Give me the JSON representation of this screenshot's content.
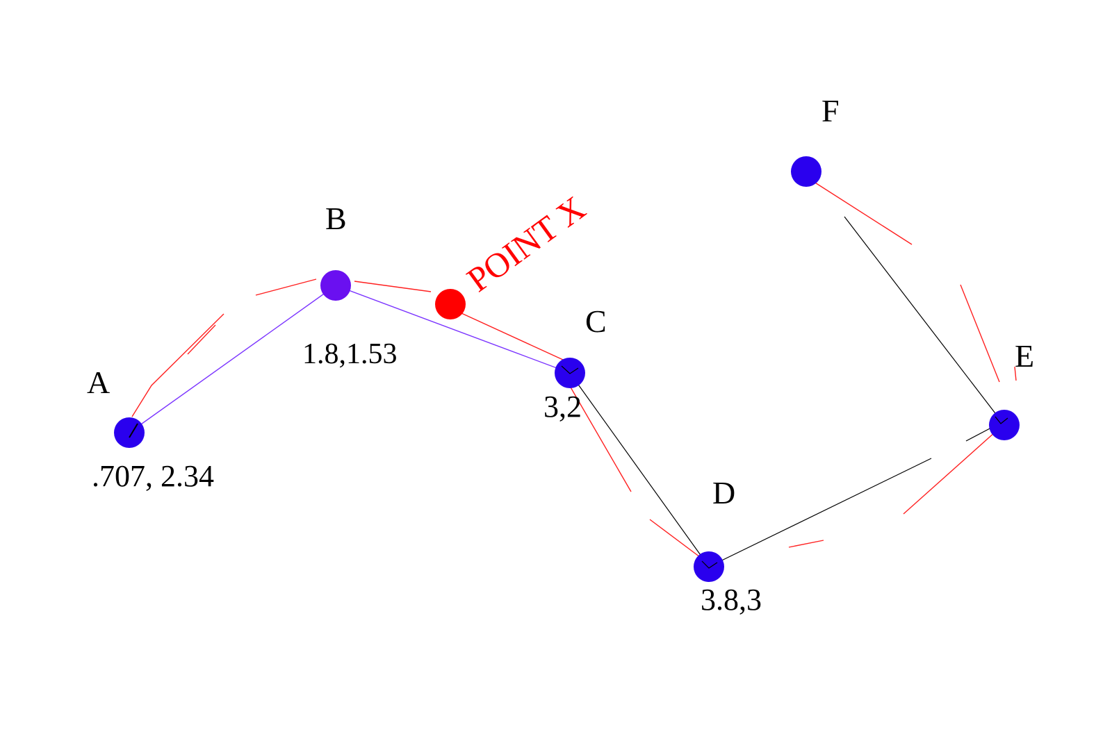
{
  "points": [
    {
      "id": "A",
      "label": "A",
      "coord_label": ".707, 2.34"
    },
    {
      "id": "B",
      "label": "B",
      "coord_label": "1.8,1.53"
    },
    {
      "id": "C",
      "label": "C",
      "coord_label": "3,2"
    },
    {
      "id": "D",
      "label": "D",
      "coord_label": "3.8,3"
    },
    {
      "id": "E",
      "label": "E",
      "coord_label": ""
    },
    {
      "id": "F",
      "label": "F",
      "coord_label": ""
    }
  ],
  "special_point": {
    "label": "POINT X"
  },
  "colors": {
    "node": "#2a00ee",
    "node_b": "#6a10f0",
    "special": "#ff0000",
    "edge_primary": "#7a33ff",
    "edge_dark": "#000000",
    "sketch": "#ff2020"
  }
}
